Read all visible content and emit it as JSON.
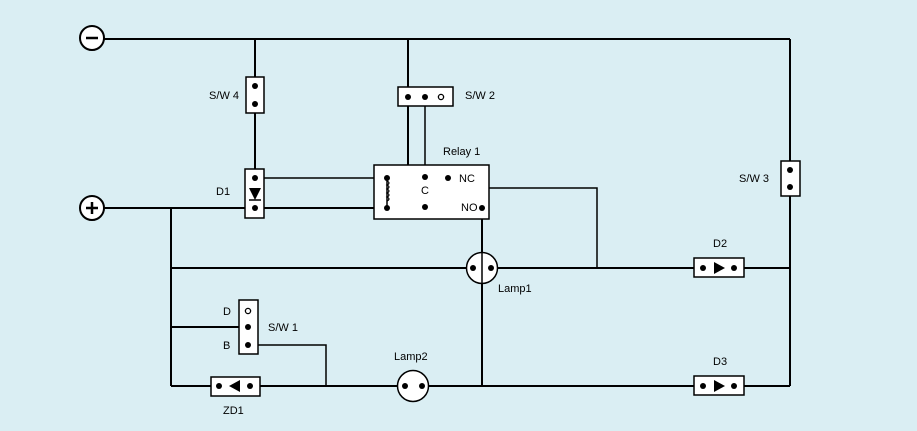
{
  "labels": {
    "sw4": "S/W 4",
    "sw2": "S/W 2",
    "sw3": "S/W 3",
    "sw1": "S/W 1",
    "relay": "Relay 1",
    "relay_nc": "NC",
    "relay_c": "C",
    "relay_no": "NO",
    "d1": "D1",
    "d2": "D2",
    "d3": "D3",
    "zd1": "ZD1",
    "lamp1": "Lamp1",
    "lamp2": "Lamp2",
    "sw1_d": "D",
    "sw1_b": "B"
  },
  "terminals": {
    "negative_symbol": "−",
    "positive_symbol": "+"
  },
  "colors": {
    "background": "#daeef3",
    "wire": "#000000",
    "component_fill": "#ffffff"
  }
}
